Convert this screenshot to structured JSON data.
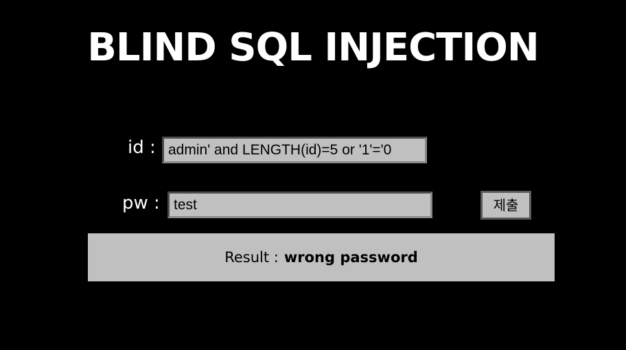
{
  "page": {
    "title": "BLIND SQL INJECTION"
  },
  "form": {
    "id_label": "id :",
    "id_value": "admin' and LENGTH(id)=5 or '1'='0",
    "pw_label": "pw :",
    "pw_value": "test",
    "submit_label": "제출"
  },
  "result": {
    "label": "Result :",
    "value": "wrong password"
  },
  "colors": {
    "background": "#000000",
    "text": "#ffffff",
    "field_background": "#c0c0c0",
    "result_background": "#c0c0c0"
  }
}
